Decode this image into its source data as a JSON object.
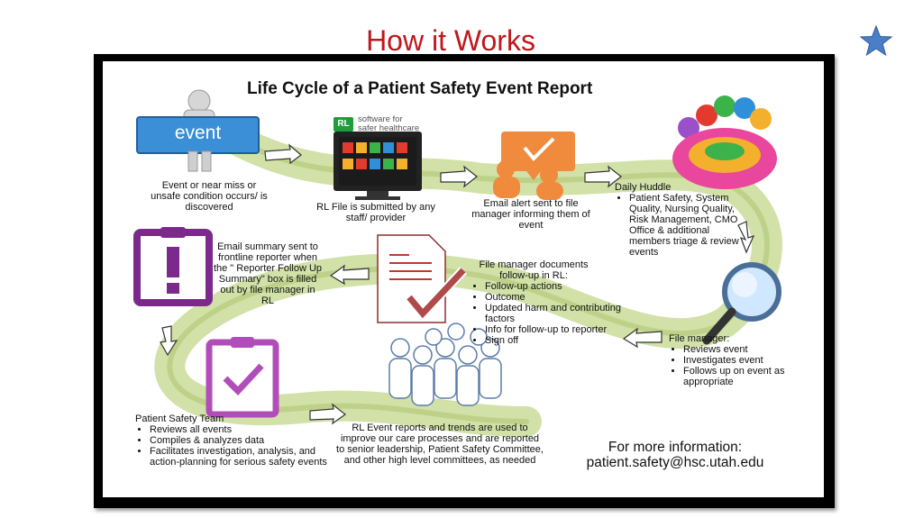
{
  "slide": {
    "title": "How it Works"
  },
  "diagram": {
    "title": "Life Cycle of a Patient Safety Event Report",
    "event_icon_label": "event",
    "rl_logo": {
      "badge": "RL",
      "tagline_line1": "software for",
      "tagline_line2": "safer healthcare"
    },
    "steps": {
      "event_occurs": "Event or near miss or unsafe condition occurs/ is discovered",
      "rl_file": "RL File is submitted by any staff/ provider",
      "email_alert": "Email alert sent to file manager informing them of event",
      "daily_huddle_title": "Daily Huddle",
      "daily_huddle_items": [
        "Patient Safety, System Quality, Nursing Quality, Risk Management, CMO Office & additional members triage & review events"
      ],
      "file_manager_title": "File manager:",
      "file_manager_items": [
        "Reviews event",
        "Investigates event",
        "Follows up on event as appropriate"
      ],
      "documents_title": "File manager documents follow-up  in RL:",
      "documents_items": [
        "Follow-up actions",
        "Outcome",
        "Updated harm and contributing factors",
        "Info for follow-up to reporter",
        "Sign off"
      ],
      "email_summary": "Email summary sent to frontline reporter when the  \" Reporter Follow Up Summary\" box is filled out by file manager in RL",
      "team_title": "Patient Safety Team",
      "team_items": [
        "Reviews all events",
        "Compiles & analyzes data",
        "Facilitates investigation, analysis, and action-planning for serious safety events"
      ],
      "reports": "RL Event reports and trends are used to improve our care processes and are reported  to senior leadership,  Patient Safety Committee, and other high level committees, as needed"
    },
    "contact": {
      "line1": "For more information:",
      "line2": "patient.safety@hsc.utah.edu"
    }
  },
  "colors": {
    "title_red": "#c0161c",
    "path_green": "#b5cc7c",
    "alert_orange": "#f08a3c",
    "clipboard_purple": "#7b2a8c",
    "clipboard_pink": "#b14db8",
    "event_blue": "#3a8fd6",
    "star_blue": "#4a7fc8"
  }
}
